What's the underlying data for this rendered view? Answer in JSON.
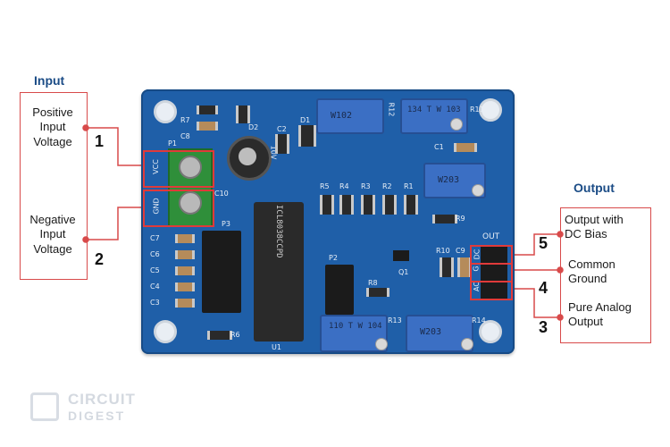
{
  "input_heading": "Input",
  "output_heading": "Output",
  "labels": {
    "positive": "Positive Input Voltage",
    "negative": "Negative Input Voltage",
    "dc_bias": "Output with DC Bias",
    "common_ground": "Common Ground",
    "pure_analog": "Pure Analog Output"
  },
  "numbers": {
    "n1": "1",
    "n2": "2",
    "n3": "3",
    "n4": "4",
    "n5": "5"
  },
  "silkscreen": {
    "p1": "P1",
    "vcc": "VCC",
    "gnd": "GND",
    "r7": "R7",
    "c8": "C8",
    "d2": "D2",
    "d1": "D1",
    "c2": "C2",
    "c10": "C10",
    "p3": "P3",
    "c7": "C7",
    "c6": "C6",
    "c5": "C5",
    "c4": "C4",
    "c3": "C3",
    "r6": "R6",
    "u1": "U1",
    "p2": "P2",
    "r8": "R8",
    "r5": "R5",
    "r4": "R4",
    "r3": "R3",
    "r2": "R2",
    "r1": "R1",
    "r9": "R9",
    "r10": "R10",
    "c9": "C9",
    "q1": "Q1",
    "c1": "C1",
    "out": "OUT",
    "dc": "DC",
    "g": "G",
    "ac": "AC",
    "r12": "R12",
    "r11": "R11",
    "r13": "R13",
    "r14": "R14"
  },
  "chip_text": "ICL8038CCPD",
  "pots": {
    "top_left": "W102",
    "top_right": "134 T W 103",
    "mid_right": "W203",
    "bottom_left": "110 T W 104",
    "bottom_right": "W203"
  },
  "cap_text": "10V",
  "logo": {
    "line1": "CIRCUIT",
    "line2": "DIGEST"
  },
  "colors": {
    "pcb": "#1f5fa8",
    "accent": "#e03a3a",
    "heading": "#1b4c86"
  }
}
